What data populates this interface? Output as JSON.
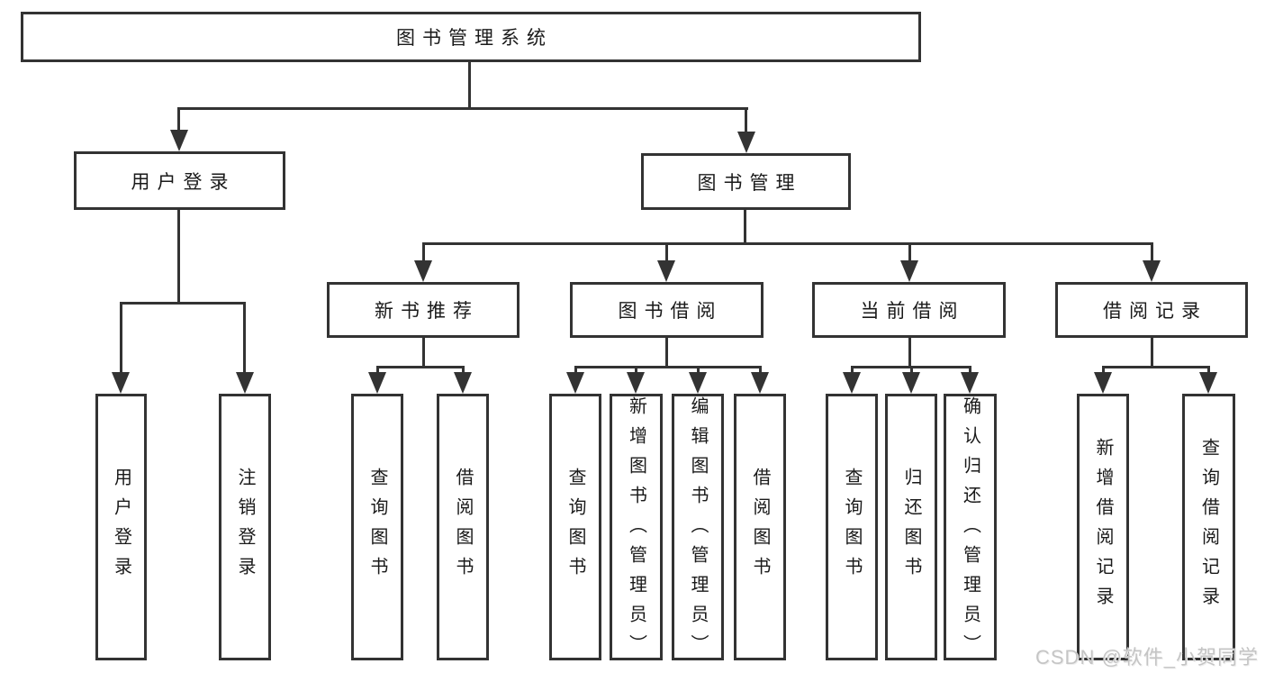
{
  "diagram": {
    "root": {
      "label": "图书管理系统"
    },
    "user_login_branch": {
      "label": "用户登录",
      "leaves": [
        {
          "label": "用户登录"
        },
        {
          "label": "注销登录"
        }
      ]
    },
    "book_management_branch": {
      "label": "图书管理",
      "groups": [
        {
          "label": "新书推荐",
          "leaves": [
            {
              "label": "查询图书"
            },
            {
              "label": "借阅图书"
            }
          ]
        },
        {
          "label": "图书借阅",
          "leaves": [
            {
              "label": "查询图书"
            },
            {
              "label": "新增图书（管理员）"
            },
            {
              "label": "编辑图书（管理员）"
            },
            {
              "label": "借阅图书"
            }
          ]
        },
        {
          "label": "当前借阅",
          "leaves": [
            {
              "label": "查询图书"
            },
            {
              "label": "归还图书"
            },
            {
              "label": "确认归还（管理员）"
            }
          ]
        },
        {
          "label": "借阅记录",
          "leaves": [
            {
              "label": "新增借阅记录"
            },
            {
              "label": "查询借阅记录"
            }
          ]
        }
      ]
    }
  },
  "watermark": {
    "text": "CSDN @软件_小贺同学"
  },
  "colors": {
    "line": "#333333",
    "box_border": "#333333",
    "text": "#1a1a1a",
    "watermark": "#c5c5c5",
    "background": "#ffffff"
  }
}
